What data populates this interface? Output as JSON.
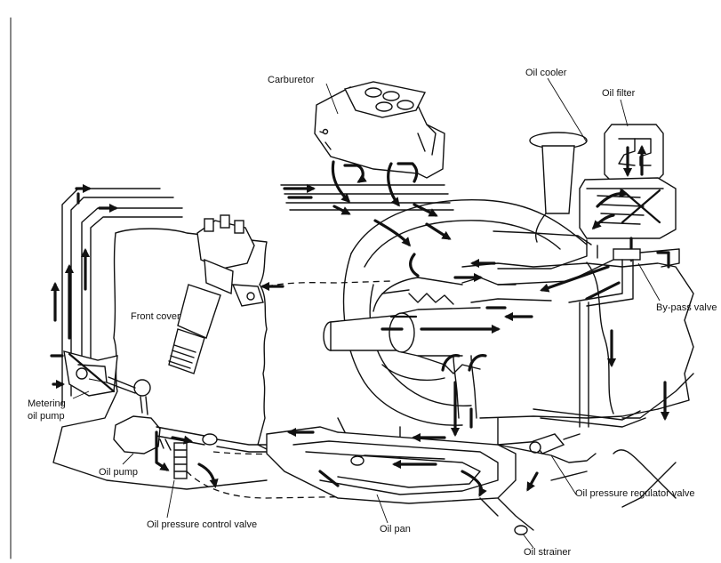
{
  "labels": {
    "carburetor": "Carburetor",
    "oil_cooler": "Oil cooler",
    "oil_filter": "Oil filter",
    "by_pass_valve": "By-pass valve",
    "front_cover": "Front cover",
    "metering_oil_pump_line1": "Metering",
    "metering_oil_pump_line2": "oil pump",
    "oil_pump": "Oil pump",
    "oil_pressure_control_valve": "Oil pressure control valve",
    "oil_pan": "Oil pan",
    "oil_pressure_regulator_valve": "Oil pressure regulator valve",
    "oil_strainer": "Oil strainer"
  }
}
